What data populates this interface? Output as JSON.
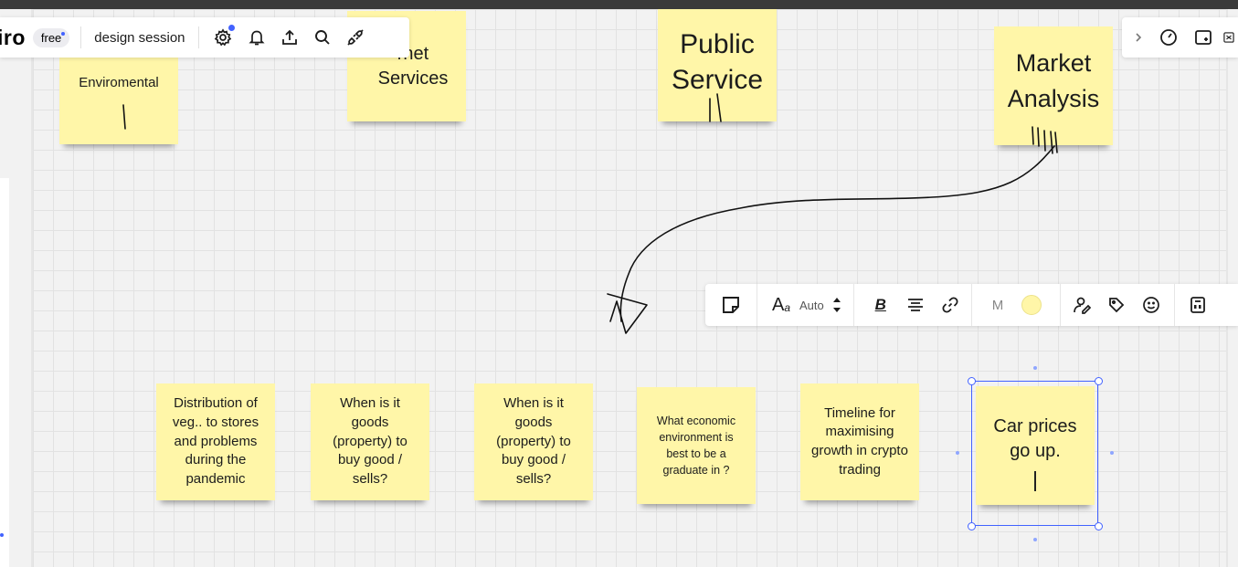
{
  "app": {
    "logo_text": "iro",
    "plan_badge": "free",
    "board_name": "design session",
    "icons": [
      "settings-icon",
      "notifications-icon",
      "share-icon",
      "search-icon",
      "integrations-icon"
    ]
  },
  "right_toolbar": {
    "icons": [
      "chevron-right-icon",
      "timer-icon",
      "card-icon",
      "embed-icon"
    ]
  },
  "stickies": {
    "enviromental": "Enviromental",
    "internet_services": "rnet Services",
    "public_service": "Public Service",
    "market_analysis": "Market Analysis",
    "distribution": "Distribution of veg.. to stores and problems during the pandemic",
    "when_goods_1": "When is it goods (property) to buy good / sells?",
    "when_goods_2": "When is it goods (property) to buy good / sells?",
    "economic_env": "What economic environment is best to be a graduate in ?",
    "timeline": "Timeline for maximising growth in crypto trading",
    "car_prices": "Car prices go up."
  },
  "context_toolbar": {
    "font_size_value": "Auto",
    "sticky_size_value": "M",
    "sticky_color": "#fff6a8",
    "accent_color": "#4262ff",
    "icons": [
      "sticky-note-icon",
      "font-icon",
      "stepper-icon",
      "bold-icon",
      "align-icon",
      "link-icon",
      "color-swatch",
      "assign-icon",
      "tag-icon",
      "reaction-icon",
      "more-icon"
    ]
  }
}
